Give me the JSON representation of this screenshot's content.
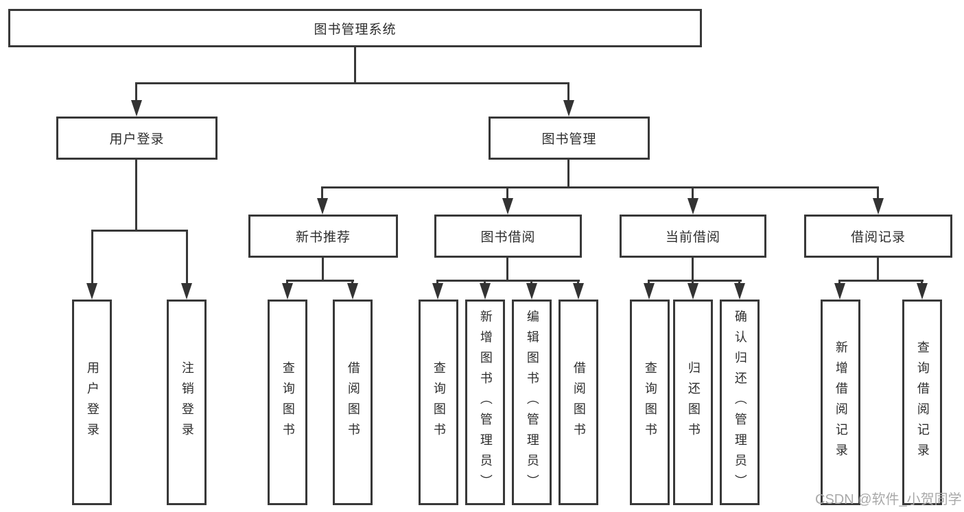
{
  "tree": {
    "root": {
      "label": "图书管理系统",
      "children": [
        {
          "label": "用户登录",
          "children": [
            {
              "label": "用户登录"
            },
            {
              "label": "注销登录"
            }
          ]
        },
        {
          "label": "图书管理",
          "children": [
            {
              "label": "新书推荐",
              "children": [
                {
                  "label": "查询图书"
                },
                {
                  "label": "借阅图书"
                }
              ]
            },
            {
              "label": "图书借阅",
              "children": [
                {
                  "label": "查询图书"
                },
                {
                  "label": "新增图书（管理员）"
                },
                {
                  "label": "编辑图书（管理员）"
                },
                {
                  "label": "借阅图书"
                }
              ]
            },
            {
              "label": "当前借阅",
              "children": [
                {
                  "label": "查询图书"
                },
                {
                  "label": "归还图书"
                },
                {
                  "label": "确认归还（管理员）"
                }
              ]
            },
            {
              "label": "借阅记录",
              "children": [
                {
                  "label": "新增借阅记录"
                },
                {
                  "label": "查询借阅记录"
                }
              ]
            }
          ]
        }
      ]
    }
  },
  "watermark": {
    "text": "CSDN @软件_小贺同学"
  },
  "colors": {
    "line": "#383838",
    "node_border": "#383838",
    "node_text": "#2d2d2d",
    "background": "#ffffff",
    "watermark": "#a9a9a9"
  }
}
